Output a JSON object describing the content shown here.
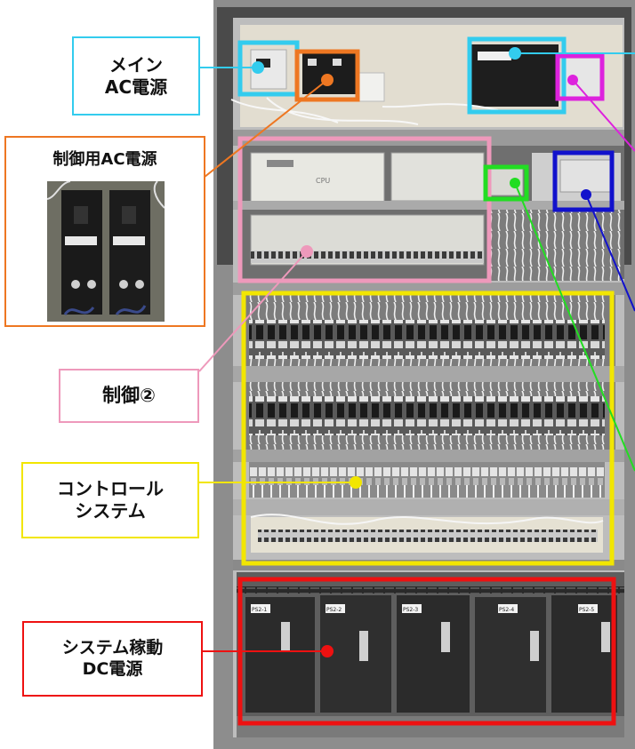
{
  "callouts": {
    "main_ac": {
      "line1": "メイン",
      "line2": "AC電源",
      "color": "#33ccee"
    },
    "control_ac": {
      "label": "制御用AC電源",
      "color": "#ee7722"
    },
    "control_2": {
      "label": "制御②",
      "color": "#ee99bb"
    },
    "control_system": {
      "line1": "コントロール",
      "line2": "システム",
      "color": "#f2e600"
    },
    "dc_power": {
      "line1": "システム稼動",
      "line2": "DC電源",
      "color": "#ee1111"
    }
  },
  "labels": {
    "plc": "CPU",
    "power_units": [
      "PS2-1",
      "PS2-2",
      "PS2-3",
      "PS2-4",
      "PS2-5"
    ]
  },
  "colors": {
    "cyan": "#33ccee",
    "orange": "#ee7722",
    "magenta": "#dd22dd",
    "pink": "#ee99bb",
    "green": "#22dd22",
    "blue": "#1111cc",
    "yellow": "#f2e600",
    "red": "#ee1111"
  }
}
